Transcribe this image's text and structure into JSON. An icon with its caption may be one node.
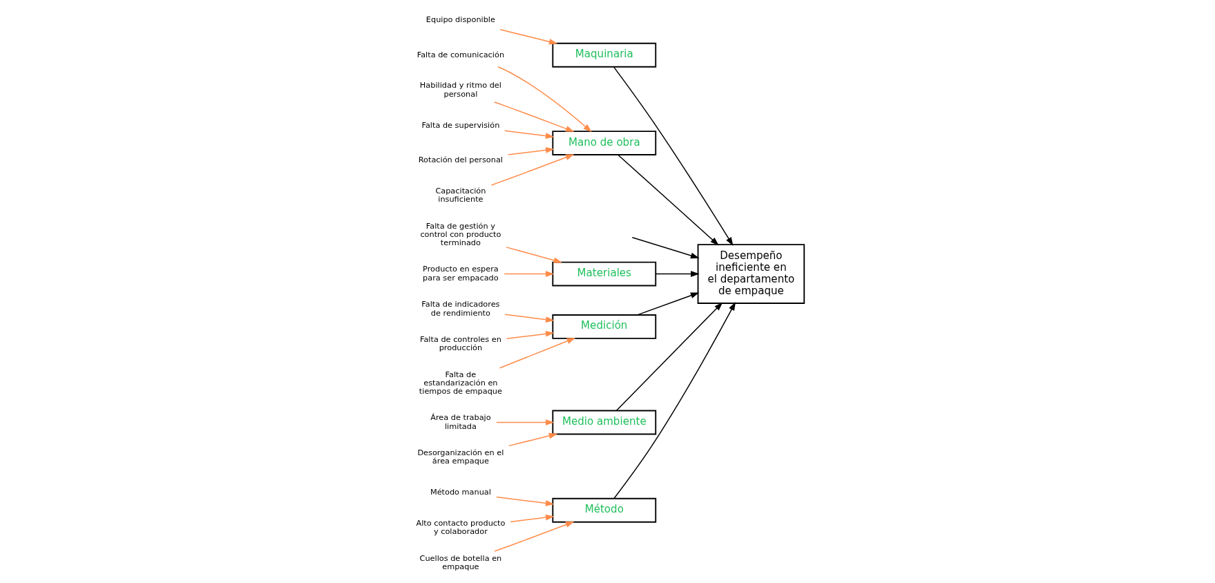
{
  "diagram": {
    "nodes": [
      {
        "text": [
          "Método"
        ]
      },
      {
        "text": [
          "Maquinaria"
        ]
      },
      {
        "text": [
          "Mano de obra"
        ]
      },
      {
        "text": [
          "Método manual"
        ]
      },
      {
        "text": [
          "Equipo disponible"
        ]
      },
      {
        "text": [
          "Falta de comunicación"
        ]
      },
      {
        "text": [
          "Habilidad y ritmo del personal"
        ]
      },
      {
        "text": [
          "Alto contacto producto y colaborador"
        ]
      },
      {
        "text": [
          "Falta de supervisión"
        ]
      },
      {
        "text": [
          "Rotación del personal"
        ]
      },
      {
        "text": [
          "Cuellos de botella en empaque"
        ]
      },
      {
        "text": [
          "Capacitación insuficiente"
        ]
      },
      {
        "text": [
          "Desempeño ineficiente en el departamento de empaque"
        ]
      },
      {
        "text": [
          "Falta de gestión y control con producto terminado"
        ]
      },
      {
        "text": [
          "Falta de indicadores de rendimiento"
        ]
      },
      {
        "text": [
          "Área de trabajo limitada"
        ]
      },
      {
        "text": [
          "Falta de controles en producción"
        ]
      },
      {
        "text": [
          "Desorganización en el área empaque"
        ]
      },
      {
        "text": [
          "Producto en espera para ser empacado"
        ]
      },
      {
        "text": [
          "Falta de estandarización en tiempos de empaque"
        ]
      },
      {
        "text": [
          "Materiales"
        ]
      },
      {
        "text": [
          "Medición"
        ]
      },
      {
        "text": [
          "Medio ambiente"
        ]
      }
    ],
    "edges": [
      {
        "from": null,
        "to": 12,
        "arrow": "to",
        "color": "#000000"
      },
      {
        "from": 0,
        "to": 12,
        "arrow": "to",
        "color": "#000000"
      },
      {
        "from": 1,
        "to": 12,
        "arrow": "to",
        "color": "#000000"
      },
      {
        "from": 2,
        "to": 12,
        "arrow": "to",
        "color": "#000000"
      },
      {
        "from": 20,
        "to": 12,
        "arrow": "to",
        "color": "#000000"
      },
      {
        "from": 21,
        "to": 12,
        "arrow": "to",
        "color": "#000000"
      },
      {
        "from": 22,
        "to": 12,
        "arrow": "to",
        "color": "#000000"
      },
      {
        "from": 3,
        "to": 0,
        "arrow": "to"
      },
      {
        "from": 7,
        "to": 0,
        "arrow": "to"
      },
      {
        "from": 10,
        "to": 0,
        "arrow": "to"
      },
      {
        "from": 4,
        "to": 1,
        "arrow": "to"
      },
      {
        "from": 5,
        "to": 2,
        "arrow": "to"
      },
      {
        "from": 6,
        "to": 2,
        "arrow": "to"
      },
      {
        "from": 8,
        "to": 2,
        "arrow": "to"
      },
      {
        "from": 9,
        "to": 2,
        "arrow": "to"
      },
      {
        "from": 11,
        "to": 2,
        "arrow": "to"
      },
      {
        "from": 13,
        "to": 20,
        "arrow": "to"
      },
      {
        "from": 18,
        "to": 20,
        "arrow": "to"
      },
      {
        "from": 14,
        "to": 21,
        "arrow": "to"
      },
      {
        "from": 16,
        "to": 21,
        "arrow": "to"
      },
      {
        "from": 19,
        "to": 21,
        "arrow": "to"
      },
      {
        "from": 15,
        "to": 22,
        "arrow": "to"
      },
      {
        "from": 17,
        "to": 22,
        "arrow": "to"
      }
    ]
  }
}
